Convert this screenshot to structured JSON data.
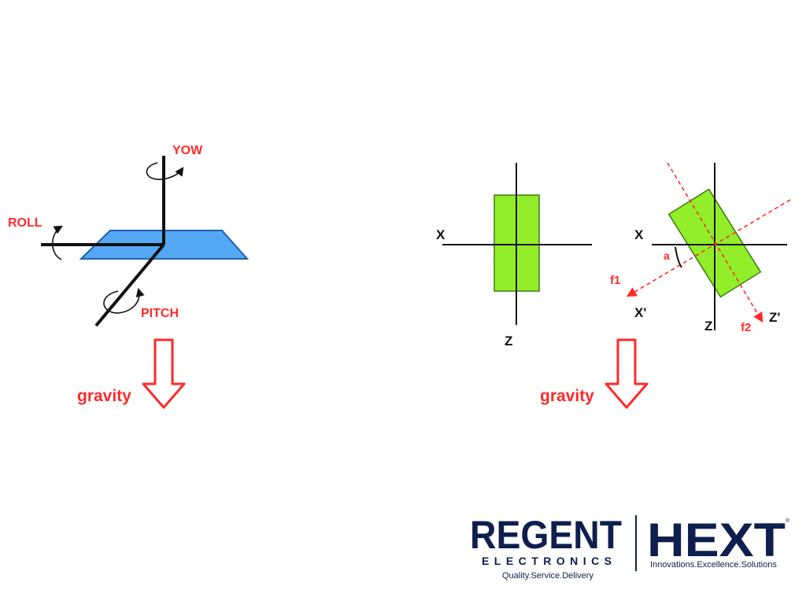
{
  "colors": {
    "label_red": "#ff2a2a",
    "plane_blue": "#55a8f5",
    "rect_green": "#93ee2a",
    "axis_black": "#111111",
    "logo_navy": "#0f1f4d"
  },
  "left_diagram": {
    "yaw_label": "YOW",
    "roll_label": "ROLL",
    "pitch_label": "PITCH",
    "gravity_label": "gravity"
  },
  "right_diagram": {
    "x_label": "X",
    "z_label": "Z",
    "x_label_rotated": "X",
    "angle_label": "a",
    "f1_label": "f1",
    "x_prime_label": "X'",
    "z_label_rotated": "Z",
    "f2_label": "f2",
    "z_prime_label": "Z'",
    "gravity_label": "gravity"
  },
  "logo": {
    "regent": "REGENT",
    "electronics": "ELECTRONICS",
    "regent_tagline": "Quality.Service.Delivery",
    "hext": "HEXT",
    "hext_tagline": "Innovations.Excellence.Solutions",
    "registered_mark": "®"
  }
}
